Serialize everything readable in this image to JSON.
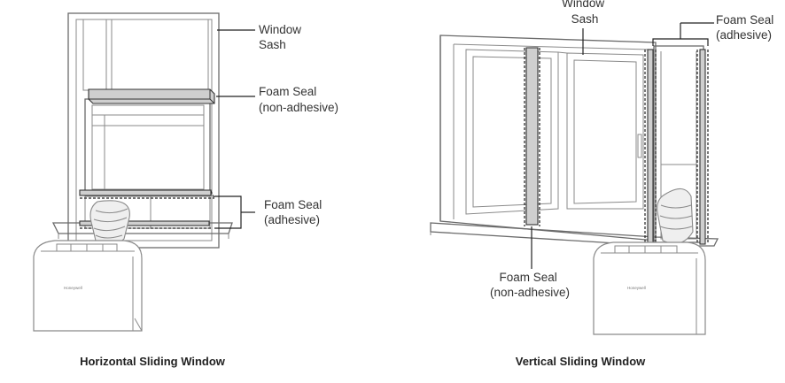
{
  "diagrams": {
    "horizontal": {
      "caption": "Horizontal Sliding Window",
      "labels": {
        "window_sash": [
          "Window",
          "Sash"
        ],
        "foam_seal_non_adhesive": [
          "Foam Seal",
          "(non-adhesive)"
        ],
        "foam_seal_adhesive": [
          "Foam Seal",
          "(adhesive)"
        ]
      }
    },
    "vertical": {
      "caption": "Vertical Sliding Window",
      "labels": {
        "window_sash": [
          "Window",
          "Sash"
        ],
        "foam_seal_adhesive": [
          "Foam Seal",
          "(adhesive)"
        ],
        "foam_seal_non_adhesive": [
          "Foam Seal",
          "(non-adhesive)"
        ]
      }
    },
    "brand_mark": "Honeywell"
  }
}
